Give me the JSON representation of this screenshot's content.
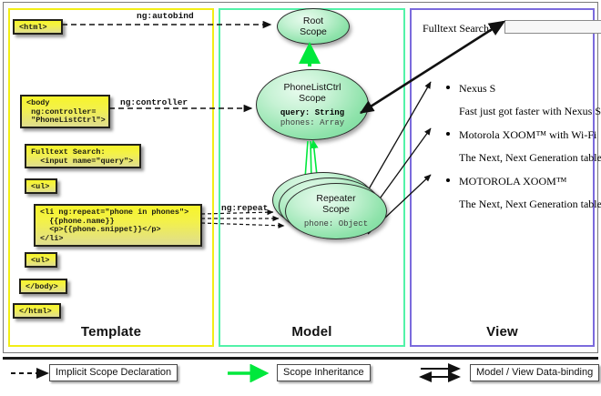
{
  "panels": {
    "template": {
      "label": "Template",
      "boxes": [
        {
          "name": "html-open",
          "text": "<html>"
        },
        {
          "name": "body-controller",
          "text": "<body\n ng:controller=\n \"PhoneListCtrl\">"
        },
        {
          "name": "fulltext-search",
          "text": "Fulltext Search:\n  <input name=\"query\">"
        },
        {
          "name": "ul-open",
          "text": "<ul>"
        },
        {
          "name": "li-repeat",
          "text": "<li ng:repeat=\"phone in phones\">\n  {{phone.name}}\n  <p>{{phone.snippet}}</p>\n</li>"
        },
        {
          "name": "ul-close",
          "text": "<ul>"
        },
        {
          "name": "body-close",
          "text": "</body>"
        },
        {
          "name": "html-close",
          "text": "</html>"
        }
      ]
    },
    "model": {
      "label": "Model",
      "scopes": [
        {
          "name": "root-scope",
          "title": "Root\nScope",
          "props": []
        },
        {
          "name": "phonelistctrl-scope",
          "title": "PhoneListCtrl\nScope",
          "props": [
            {
              "key": "query:",
              "type": "String",
              "strong": true
            },
            {
              "key": "phones:",
              "type": "Array",
              "strong": false
            }
          ]
        },
        {
          "name": "repeater-scope",
          "title": "Repeater\nScope",
          "props": [
            {
              "key": "phone:",
              "type": "Object",
              "strong": false
            }
          ]
        }
      ]
    },
    "view": {
      "label": "View",
      "search_label": "Fulltext Search:",
      "search_value": "",
      "search_placeholder": "",
      "items": [
        {
          "name": "Nexus S",
          "snippet": "Fast just got faster with Nexus S."
        },
        {
          "name": "Motorola XOOM™  with Wi-Fi",
          "snippet": "The Next, Next Generation tablet."
        },
        {
          "name": "MOTOROLA XOOM™",
          "snippet": "The Next, Next Generation tablet."
        }
      ]
    }
  },
  "edge_labels": {
    "autobind": "ng:autobind",
    "controller": "ng:controller",
    "repeat": "ng:repeat"
  },
  "legend": [
    {
      "name": "implicit-scope-declaration",
      "label": "Implicit Scope Declaration",
      "style": "dashed-black"
    },
    {
      "name": "scope-inheritance",
      "label": "Scope Inheritance",
      "style": "solid-green"
    },
    {
      "name": "model-view-data-binding",
      "label": "Model / View Data-binding",
      "style": "double-black"
    }
  ],
  "colors": {
    "template_border": "#f2ee16",
    "model_border": "#52f2a8",
    "view_border": "#7b6bdd",
    "code_fill": "#f7f52a",
    "scope_fill": "#8fe3ab",
    "inheritance_arrow": "#00e83c"
  }
}
